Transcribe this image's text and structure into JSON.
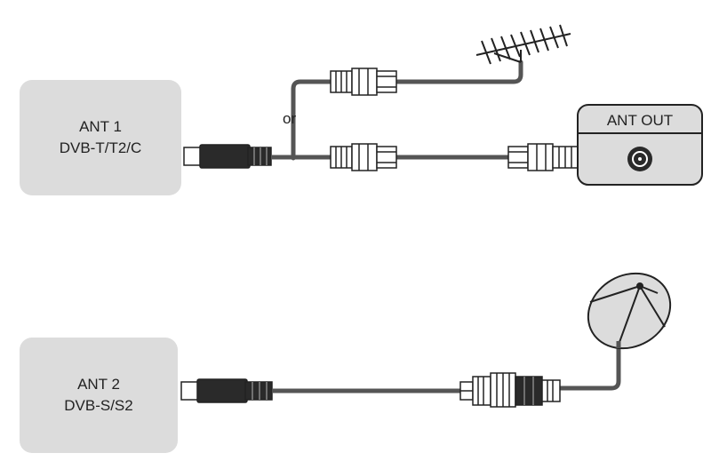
{
  "ant1": {
    "name": "ANT 1",
    "standard": "DVB-T/T2/C"
  },
  "ant2": {
    "name": "ANT 2",
    "standard": "DVB-S/S2"
  },
  "alternative_label": "or",
  "ant_out_label": "ANT OUT",
  "colors": {
    "box_fill": "#dcdcdc",
    "cable": "#555555",
    "line": "#222222",
    "plug_dark": "#2a2a2a"
  }
}
